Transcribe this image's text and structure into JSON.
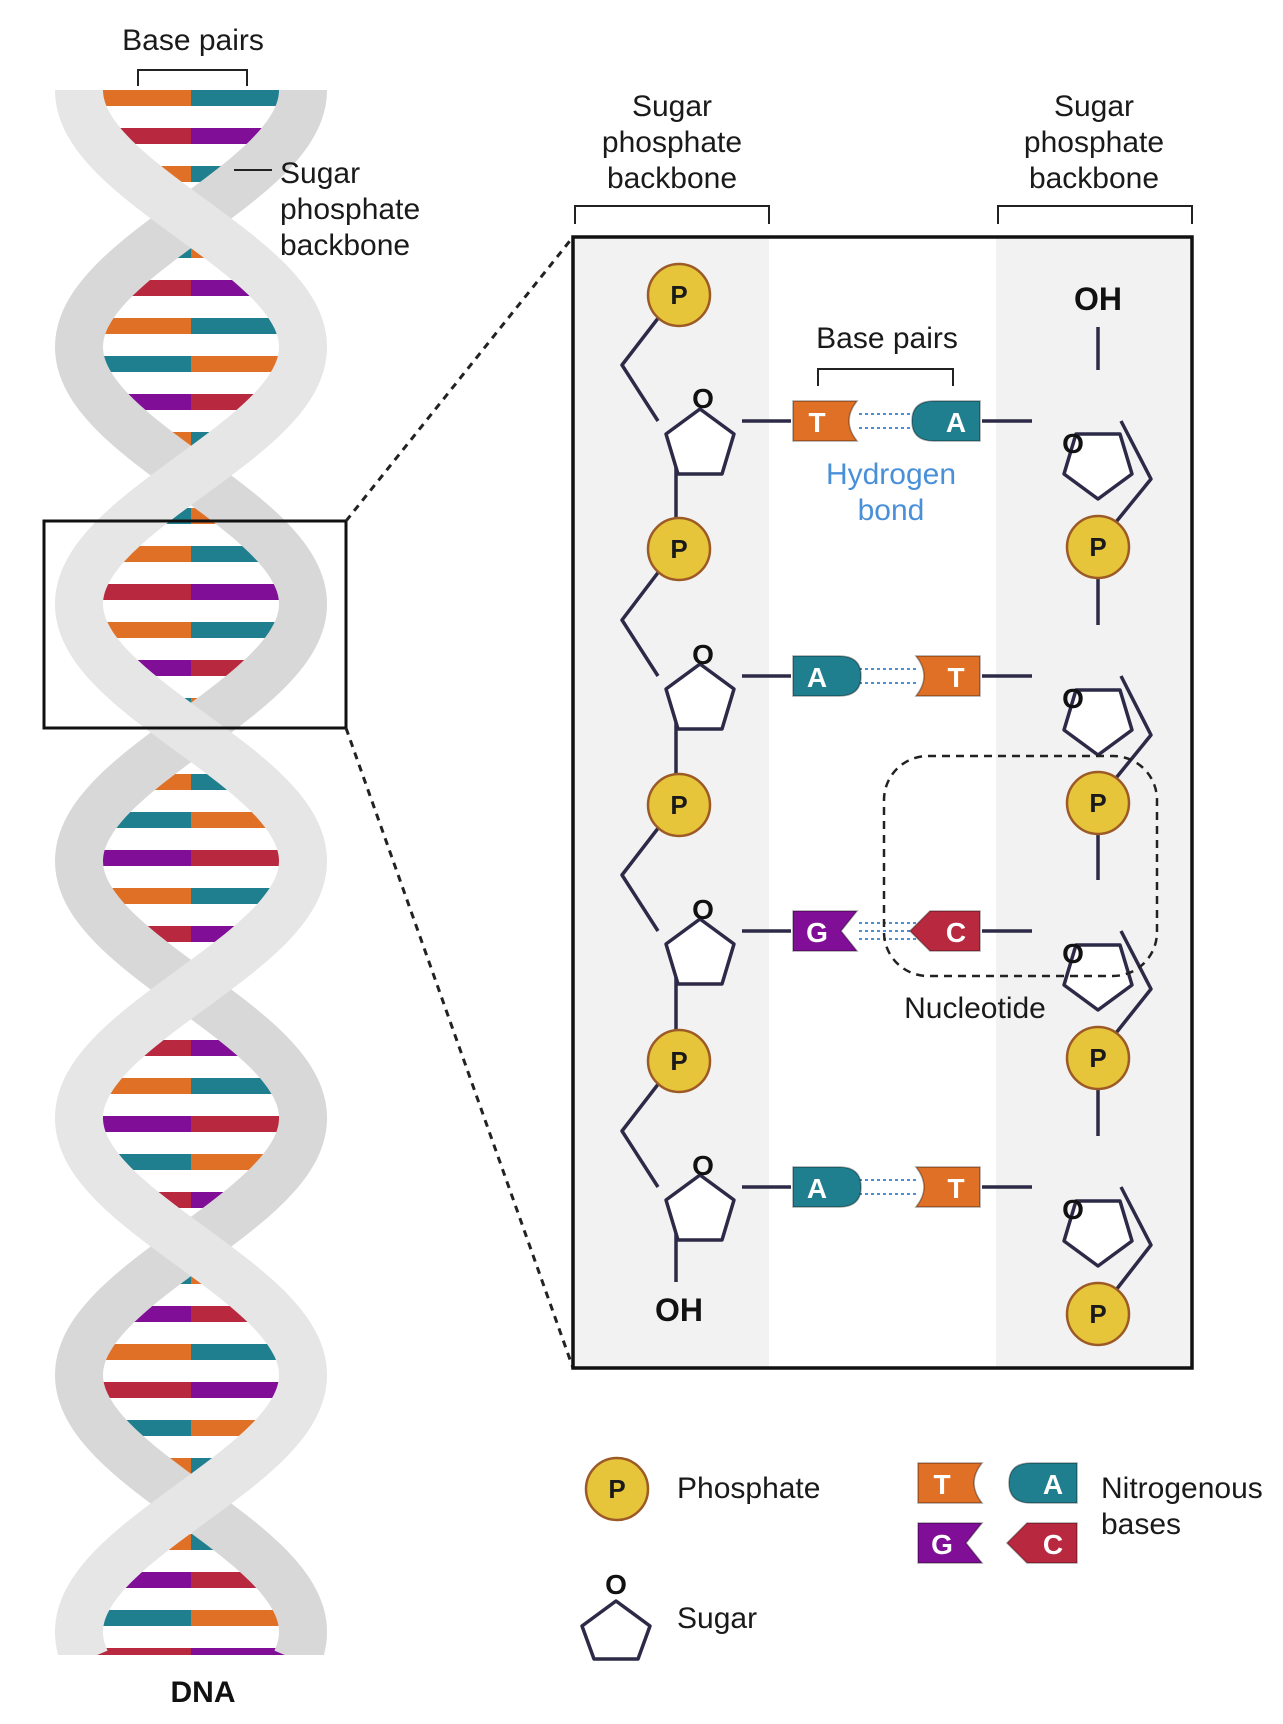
{
  "colors": {
    "T": "#e07026",
    "A": "#1f7f8f",
    "G": "#800e96",
    "C": "#b8283f",
    "phosphate_fill": "#e7c53a",
    "phosphate_stroke": "#9c5a26",
    "hydrogen_bond": "#4a90d9",
    "backbone_panel": "#f2f2f2",
    "helix_strand_back": "#d8d8d8",
    "helix_strand_front": "#e6e6e6",
    "outline": "#2d2a47"
  },
  "labels": {
    "base_pairs": "Base pairs",
    "backbone": [
      "Sugar",
      "phosphate",
      "backbone"
    ],
    "hydrogen_bond": [
      "Hydrogen",
      "bond"
    ],
    "nucleotide": "Nucleotide",
    "dna": "DNA",
    "oh_top": "OH",
    "oh_bottom": "OH",
    "phosphate_letter": "P",
    "sugar_letter": "O"
  },
  "rungs": [
    {
      "left": "T",
      "right": "A",
      "bonds": 2
    },
    {
      "left": "A",
      "right": "T",
      "bonds": 2
    },
    {
      "left": "G",
      "right": "C",
      "bonds": 3
    },
    {
      "left": "A",
      "right": "T",
      "bonds": 2
    }
  ],
  "legend": {
    "phosphate": "Phosphate",
    "sugar": "Sugar",
    "bases": [
      "Nitrogenous",
      "bases"
    ],
    "base_letters": [
      "T",
      "A",
      "G",
      "C"
    ]
  }
}
